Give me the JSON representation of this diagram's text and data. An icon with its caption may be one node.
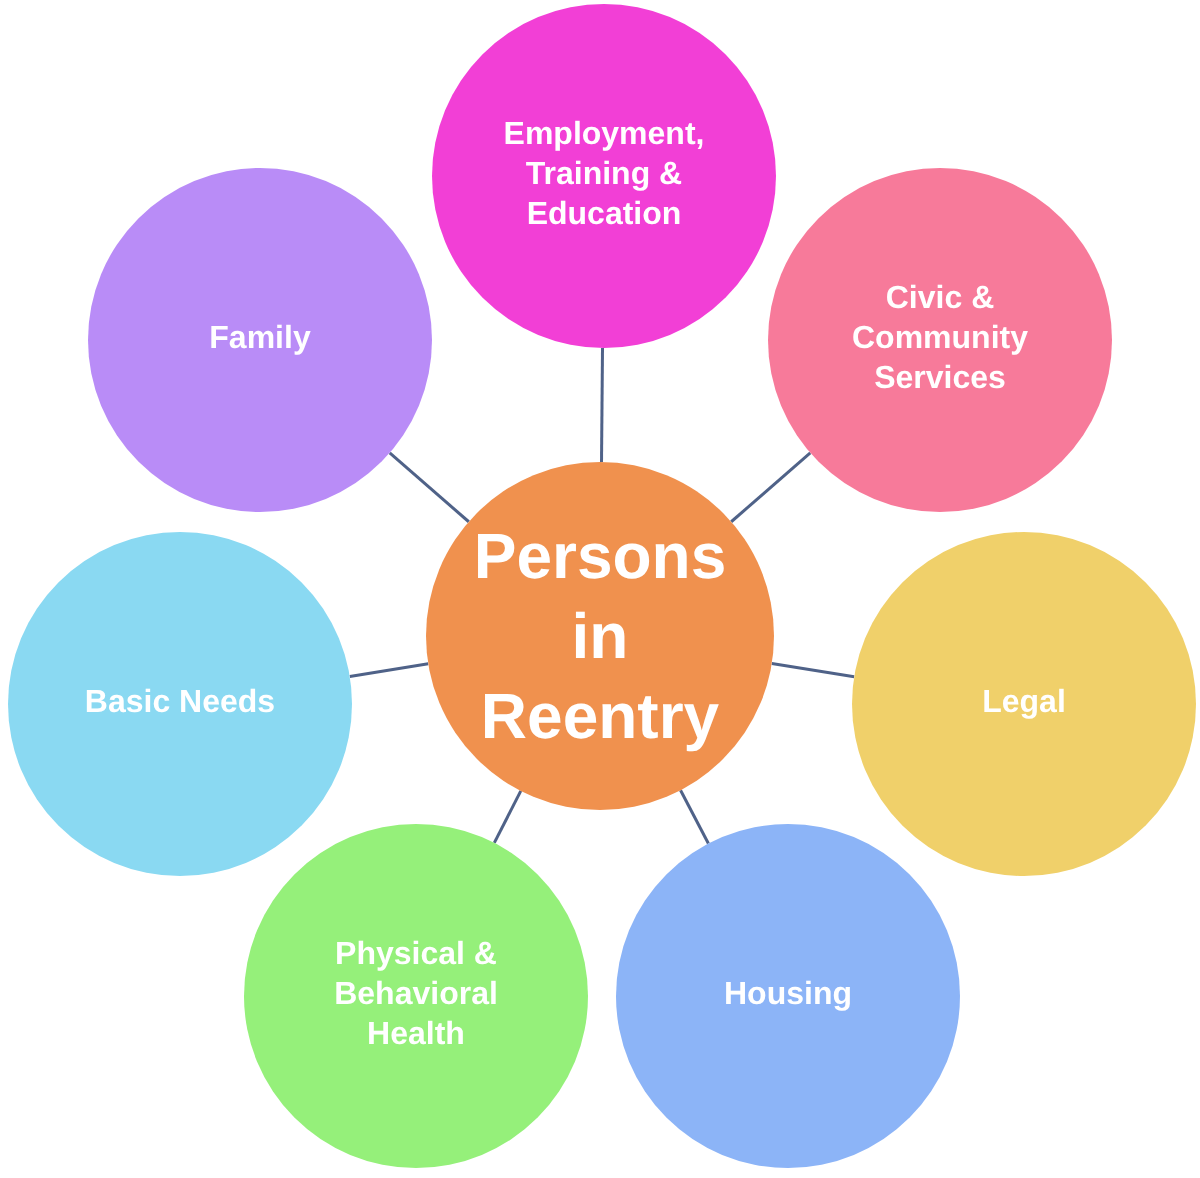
{
  "diagram": {
    "nodes": [
      {
        "text": [
          "Persons in Reentry"
        ]
      },
      {
        "text": [
          "Employment, Training & Education"
        ]
      },
      {
        "text": [
          "Civic & Community Services"
        ]
      },
      {
        "text": [
          "Legal"
        ]
      },
      {
        "text": [
          "Housing"
        ]
      },
      {
        "text": [
          "Physical & Behavioral Health"
        ]
      },
      {
        "text": [
          "Basic Needs"
        ]
      },
      {
        "text": [
          "Family"
        ]
      }
    ],
    "edges": [
      {
        "from": 0,
        "to": 1,
        "arrow": "none"
      },
      {
        "from": 0,
        "to": 2,
        "arrow": "none"
      },
      {
        "from": 0,
        "to": 3,
        "arrow": "none"
      },
      {
        "from": 0,
        "to": 4,
        "arrow": "none"
      },
      {
        "from": 0,
        "to": 5,
        "arrow": "none"
      },
      {
        "from": 0,
        "to": 6,
        "arrow": "none"
      },
      {
        "from": 0,
        "to": 7,
        "arrow": "none"
      }
    ]
  }
}
